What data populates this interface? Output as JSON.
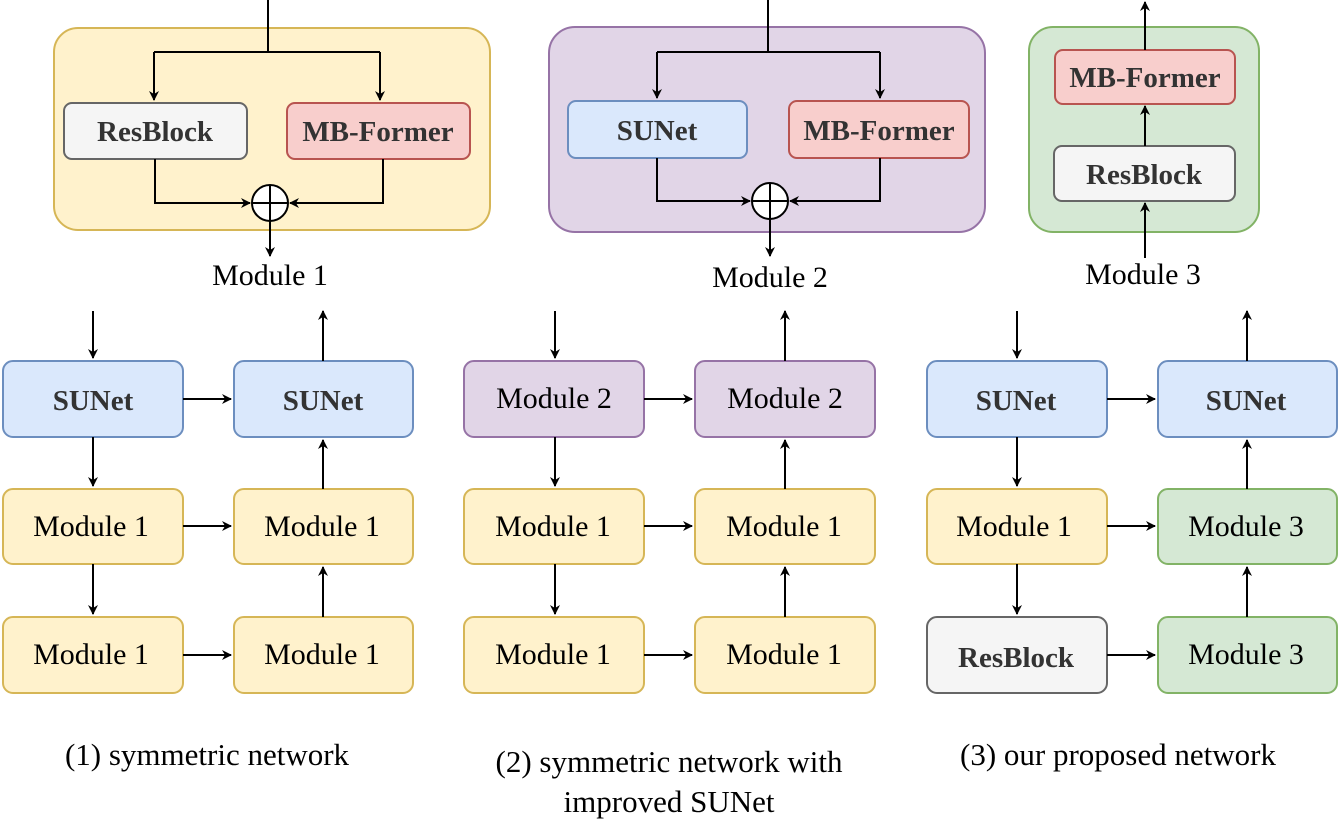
{
  "module1_detail": {
    "left_block": "ResBlock",
    "right_block": "MB-Former",
    "caption": "Module 1"
  },
  "module2_detail": {
    "left_block": "SUNet",
    "right_block": "MB-Former",
    "caption": "Module 2"
  },
  "module3_detail": {
    "top_block": "MB-Former",
    "bottom_block": "ResBlock",
    "caption": "Module 3"
  },
  "network1": {
    "top_left": "SUNet",
    "top_right": "SUNet",
    "mid_left": "Module 1",
    "mid_right": "Module 1",
    "bot_left": "Module 1",
    "bot_right": "Module 1",
    "caption": "(1) symmetric network"
  },
  "network2": {
    "top_left": "Module 2",
    "top_right": "Module 2",
    "mid_left": "Module 1",
    "mid_right": "Module 1",
    "bot_left": "Module 1",
    "bot_right": "Module 1",
    "caption_line1": "(2) symmetric network with",
    "caption_line2": "improved SUNet"
  },
  "network3": {
    "top_left": "SUNet",
    "top_right": "SUNet",
    "mid_left": "Module 1",
    "mid_right": "Module 3",
    "bot_left": "ResBlock",
    "bot_right": "Module 3",
    "caption": "(3) our proposed network"
  },
  "colors": {
    "yellow_fill": "#fff2cc",
    "yellow_stroke": "#d6b656",
    "purple_fill": "#e1d5e7",
    "purple_stroke": "#9673a6",
    "green_fill": "#d5e8d4",
    "green_stroke": "#82b366",
    "blue_fill": "#dae8fc",
    "blue_stroke": "#6c8ebf",
    "red_fill": "#f8cecc",
    "red_stroke": "#b85450",
    "gray_fill": "#f5f5f5",
    "gray_stroke": "#666666"
  }
}
